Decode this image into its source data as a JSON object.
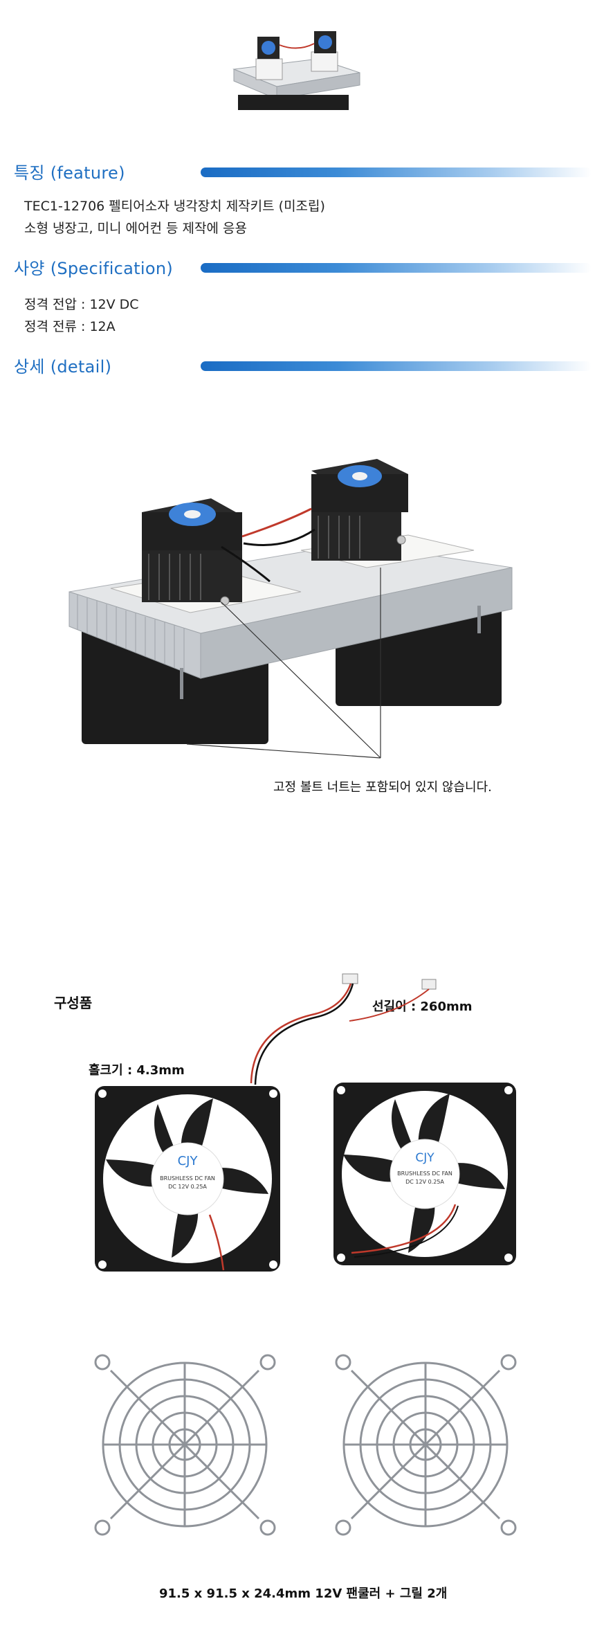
{
  "feature": {
    "title": "특징 (feature)",
    "lines": [
      "TEC1-12706 펠티어소자 냉각장치 제작키트 (미조립)",
      "소형 냉장고, 미니 에어컨 등 제작에 응용"
    ]
  },
  "specification": {
    "title": "사양 (Specification)",
    "lines": [
      "정격 전압 : 12V DC",
      "정격 전류 : 12A"
    ]
  },
  "detail": {
    "title": "상세 (detail)",
    "note": "고정 볼트 너트는 포함되어 있지 않습니다."
  },
  "components": {
    "title": "구성품",
    "wire_length": "선길이 : 260mm",
    "hole_size": "홀크기 : 4.3mm",
    "fan_brand": "CJY",
    "fan_label_line1": "BRUSHLESS DC FAN",
    "fan_label_line2": "DC 12V 0.25A",
    "caption": "91.5 x 91.5 x 24.4mm 12V 팬쿨러 + 그릴 2개"
  },
  "colors": {
    "accent": "#1f6fc2",
    "aluminum": "#d9dcdf",
    "fan_body": "#1b1b1b"
  }
}
